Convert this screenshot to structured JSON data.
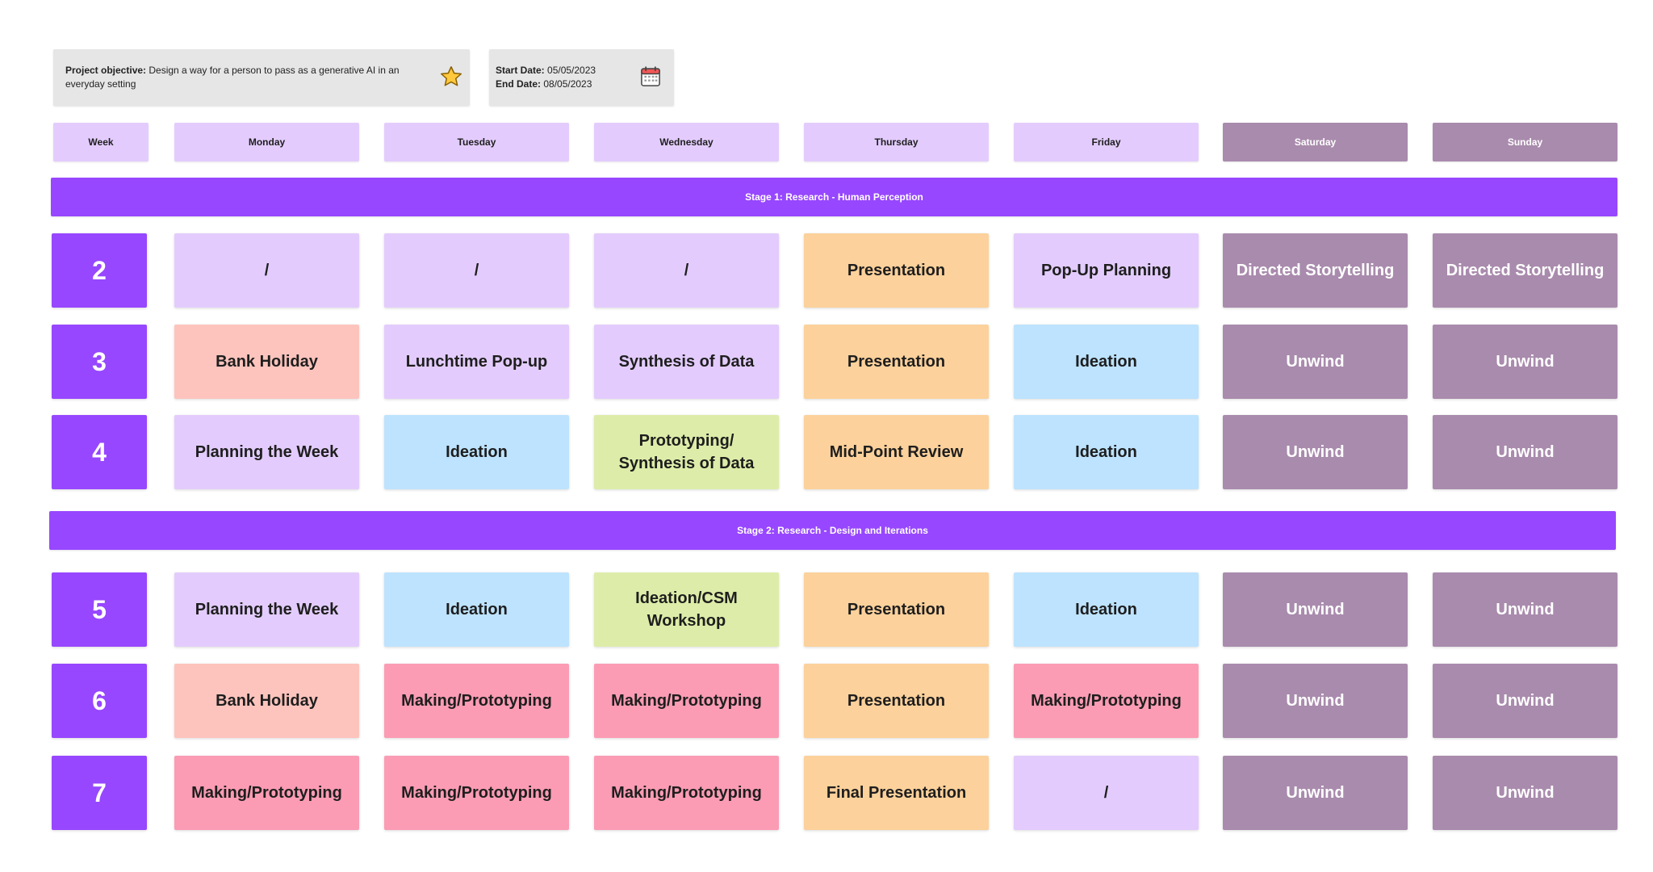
{
  "objective": {
    "label": "Project objective:",
    "text": " Design a way for a person to pass as a generative AI in an everyday setting",
    "icon": "star-icon"
  },
  "dates": {
    "start_label": "Start Date:",
    "start_value": " 05/05/2023",
    "end_label": "End Date:",
    "end_value": " 08/05/2023",
    "icon": "calendar-icon"
  },
  "headers": [
    "Week",
    "Monday",
    "Tuesday",
    "Wednesday",
    "Thursday",
    "Friday",
    "Saturday",
    "Sunday"
  ],
  "stages": [
    "Stage 1: Research - Human Perception",
    "Stage 2: Research - Design and Iterations"
  ],
  "weeks": [
    {
      "week": "2",
      "days": [
        "/",
        "/",
        "/",
        "Presentation",
        "Pop-Up Planning",
        "Directed Storytelling",
        "Directed Storytelling"
      ]
    },
    {
      "week": "3",
      "days": [
        "Bank Holiday",
        "Lunchtime Pop-up",
        "Synthesis of Data",
        "Presentation",
        "Ideation",
        "Unwind",
        "Unwind"
      ]
    },
    {
      "week": "4",
      "days": [
        "Planning the Week",
        "Ideation",
        "Prototyping/ Synthesis of Data",
        "Mid-Point Review",
        "Ideation",
        "Unwind",
        "Unwind"
      ]
    },
    {
      "week": "5",
      "days": [
        "Planning the Week",
        "Ideation",
        "Ideation/CSM Workshop",
        "Presentation",
        "Ideation",
        "Unwind",
        "Unwind"
      ]
    },
    {
      "week": "6",
      "days": [
        "Bank Holiday",
        "Making/Prototyping",
        "Making/Prototyping",
        "Presentation",
        "Making/Prototyping",
        "Unwind",
        "Unwind"
      ]
    },
    {
      "week": "7",
      "days": [
        "Making/Prototyping",
        "Making/Prototyping",
        "Making/Prototyping",
        "Final Presentation",
        "/",
        "Unwind",
        "Unwind"
      ]
    }
  ],
  "colors": {
    "purple": "#9747ff",
    "lavender": "#e3ccfd",
    "weekend": "#a98bad",
    "orange": "#fcd19b",
    "blue": "#bde3fe",
    "green": "#ddeda9",
    "salmon": "#fdc4bd",
    "pink": "#fb9cb4",
    "dark_text": "#1e1e1e",
    "white_text": "#ffffff"
  },
  "cell_colors": [
    [
      "lavender",
      "lavender",
      "lavender",
      "orange",
      "lavender",
      "weekend",
      "weekend"
    ],
    [
      "salmon",
      "lavender",
      "lavender",
      "orange",
      "blue",
      "weekend",
      "weekend"
    ],
    [
      "lavender",
      "blue",
      "green",
      "orange",
      "blue",
      "weekend",
      "weekend"
    ],
    [
      "lavender",
      "blue",
      "green",
      "orange",
      "blue",
      "weekend",
      "weekend"
    ],
    [
      "salmon",
      "pink",
      "pink",
      "orange",
      "pink",
      "weekend",
      "weekend"
    ],
    [
      "pink",
      "pink",
      "pink",
      "orange",
      "lavender",
      "weekend",
      "weekend"
    ]
  ]
}
